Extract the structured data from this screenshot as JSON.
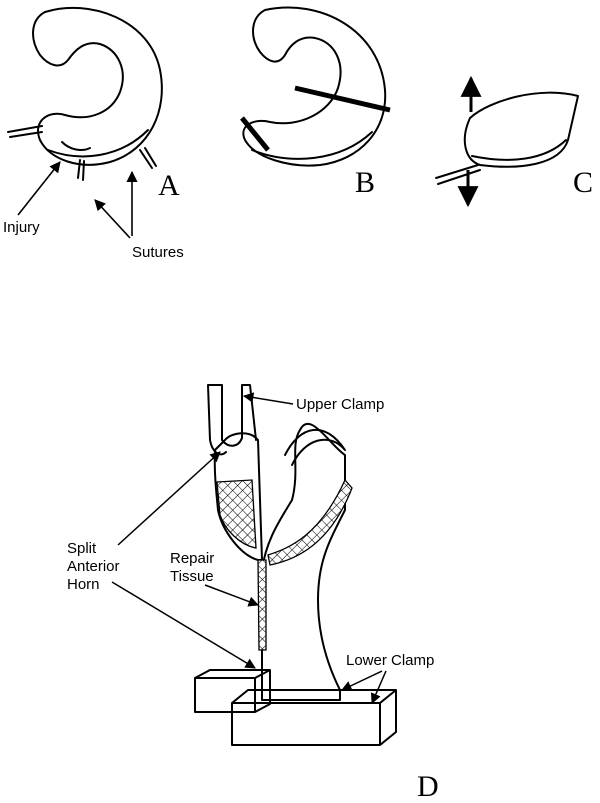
{
  "panels": {
    "a": {
      "letter": "A",
      "labels": {
        "injury": "Injury",
        "sutures": "Sutures"
      }
    },
    "b": {
      "letter": "B"
    },
    "c": {
      "letter": "C"
    },
    "d": {
      "letter": "D",
      "labels": {
        "upper_clamp": "Upper Clamp",
        "split_line1": "Split",
        "split_line2": "Anterior",
        "split_line3": "Horn",
        "repair_line1": "Repair",
        "repair_line2": "Tissue",
        "lower_clamp": "Lower Clamp"
      }
    }
  }
}
